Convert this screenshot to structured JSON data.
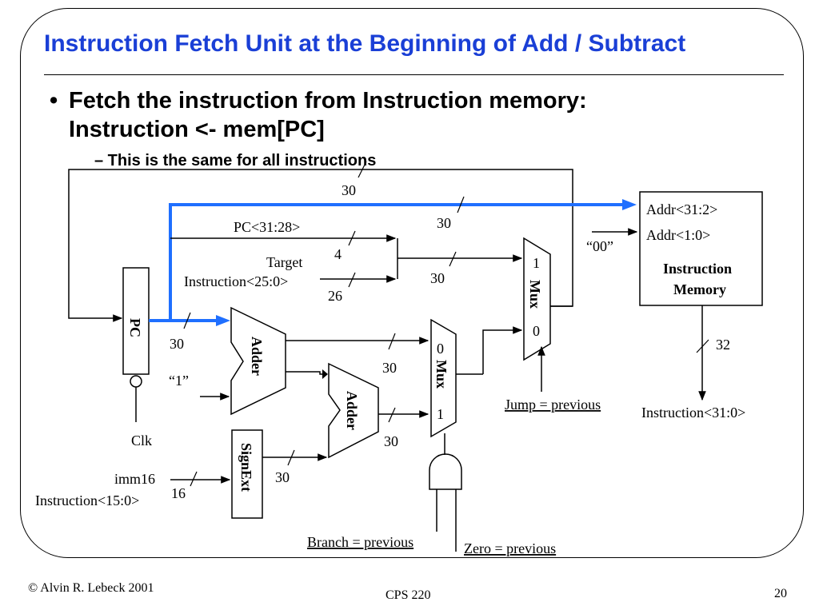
{
  "slide": {
    "title": "Instruction Fetch Unit at the Beginning of Add / Subtract",
    "bullet_line1": "Fetch the instruction from Instruction memory:",
    "bullet_line2": "Instruction  <-  mem[PC]",
    "sub_bullet": "– This is the same for all instructions"
  },
  "diagram": {
    "pc_label": "PC",
    "clk_label": "Clk",
    "adder_top_label": "Adder",
    "adder_bottom_label": "Adder",
    "signext_label": "SignExt",
    "mux_right_label": "Mux",
    "mux_middle_label": "Mux",
    "mux_right_in1": "1",
    "mux_right_in0": "0",
    "mux_middle_in0": "0",
    "mux_middle_in1": "1",
    "imem_addr_hi": "Addr<31:2>",
    "imem_addr_lo": "Addr<1:0>",
    "imem_name_line1": "Instruction",
    "imem_name_line2": "Memory",
    "const_00": "“00”",
    "const_1": "“1”",
    "pc_high_bits": "PC<31:28>",
    "target_line1": "Target",
    "target_line2": "Instruction<25:0>",
    "imm16_line1": "imm16",
    "imm16_line2": "Instruction<15:0>",
    "instr_out": "Instruction<31:0>",
    "jump_label": "Jump = previous",
    "branch_label": "Branch = previous",
    "zero_label": "Zero = previous",
    "w30_feedback": "30",
    "w30_pc_to_mem": "30",
    "w4": "4",
    "w26": "26",
    "w30_concat": "30",
    "w30_pc_adder": "30",
    "w30_adder_out": "30",
    "w30_adder2_out": "30",
    "w30_signext": "30",
    "w16": "16",
    "w32": "32",
    "colors": {
      "highlight_path": "#1f6fff",
      "title": "#1a3fd6"
    }
  },
  "footer": {
    "copyright": "© Alvin R. Lebeck 2001",
    "course": "CPS 220",
    "page": "20"
  }
}
